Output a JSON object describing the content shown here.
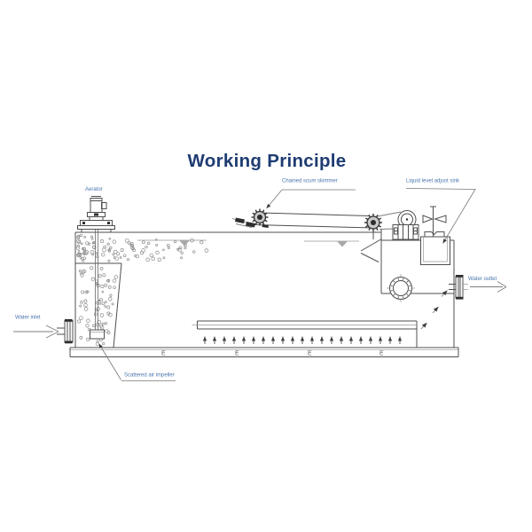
{
  "title": "Working Principle",
  "labels": {
    "aerator": "Aerator",
    "chained_scum_skimmer": "Chained scum skimmer",
    "liquid_level_adjust_sink": "Liquid level adjust sink",
    "water_inlet": "Water inlet",
    "water_outlet": "Water outlet",
    "scattered_air_impeller": "Scattered air impeller"
  },
  "symbols": {
    "base_joint_mark": "E"
  },
  "colors": {
    "title": "#1e3c72",
    "label": "#4a76ad",
    "line": "#4f4f4f",
    "line_light": "#989898",
    "dark": "#2e2e2e",
    "background": "#ffffff"
  }
}
